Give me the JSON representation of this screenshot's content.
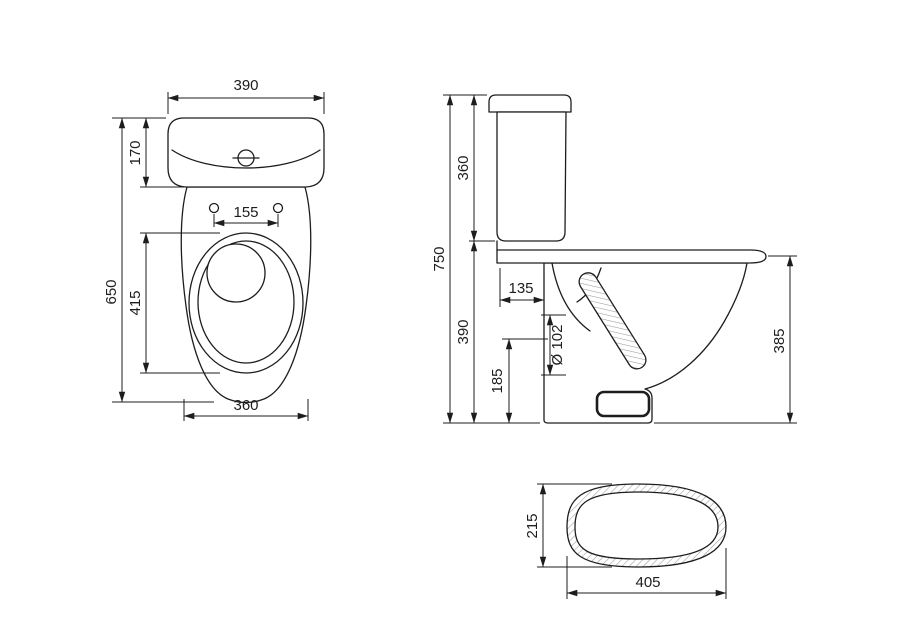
{
  "page": {
    "background": "#ffffff",
    "line_color": "#1d1d1d"
  },
  "views": {
    "top": {
      "cistern_width": "390",
      "cistern_depth": "170",
      "hinge_hole_spacing": "155",
      "overall_length": "650",
      "bowl_opening_length": "415",
      "bowl_width": "360"
    },
    "side": {
      "overall_height": "750",
      "cistern_height": "360",
      "bowl_height": "390",
      "outlet_offset": "135",
      "outlet_center_height": "185",
      "outlet_diameter": "Ø 102",
      "rim_depth": "385"
    },
    "seat": {
      "depth": "215",
      "width": "405"
    }
  }
}
